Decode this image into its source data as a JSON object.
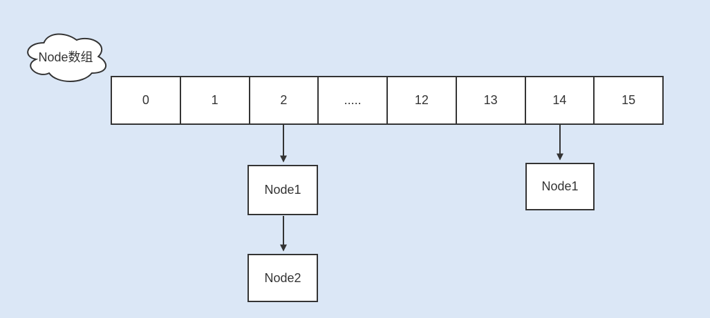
{
  "diagram": {
    "cloud_label": "Node数组",
    "array_cells": [
      "0",
      "1",
      "2",
      ".....",
      "12",
      "13",
      "14",
      "15"
    ],
    "nodes": [
      {
        "id": "bucket2-node1",
        "label": "Node1"
      },
      {
        "id": "bucket2-node2",
        "label": "Node2"
      },
      {
        "id": "bucket14-node1",
        "label": "Node1"
      }
    ],
    "connectors": [
      {
        "from": "array-cell-2",
        "to": "bucket2-node1"
      },
      {
        "from": "bucket2-node1",
        "to": "bucket2-node2"
      },
      {
        "from": "array-cell-14",
        "to": "bucket14-node1"
      }
    ],
    "colors": {
      "background": "#dbe7f6",
      "shape_fill": "#ffffff",
      "stroke": "#333333",
      "text": "#333333"
    }
  }
}
